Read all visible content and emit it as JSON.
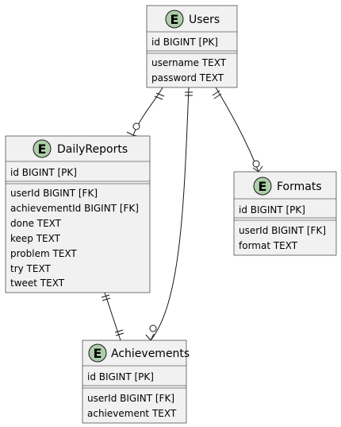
{
  "diagram": {
    "badge_letter": "E",
    "entities": {
      "users": {
        "name": "Users",
        "pk": [
          "id BIGINT [PK]"
        ],
        "fields": [
          "username TEXT",
          "password TEXT"
        ]
      },
      "daily_reports": {
        "name": "DailyReports",
        "pk": [
          "id BIGINT [PK]"
        ],
        "fields": [
          "userId BIGINT [FK]",
          "achievementId BIGINT [FK]",
          "done TEXT",
          "keep TEXT",
          "problem TEXT",
          "try TEXT",
          "tweet TEXT"
        ]
      },
      "formats": {
        "name": "Formats",
        "pk": [
          "id BIGINT [PK]"
        ],
        "fields": [
          "userId BIGINT [FK]",
          "format TEXT"
        ]
      },
      "achievements": {
        "name": "Achievements",
        "pk": [
          "id BIGINT [PK]"
        ],
        "fields": [
          "userId BIGINT [FK]",
          "achievement TEXT"
        ]
      }
    },
    "relationships": [
      {
        "from": "users",
        "to": "daily_reports",
        "from_card": "exactly-one",
        "to_card": "zero-or-many"
      },
      {
        "from": "users",
        "to": "achievements",
        "from_card": "exactly-one",
        "to_card": "zero-or-many"
      },
      {
        "from": "users",
        "to": "formats",
        "from_card": "exactly-one",
        "to_card": "zero-or-many"
      },
      {
        "from": "daily_reports",
        "to": "achievements",
        "from_card": "exactly-one",
        "to_card": "exactly-one"
      }
    ],
    "colors": {
      "entity_fill": "#f1f1f1",
      "border": "#181818",
      "badge_fill": "#adcfa9"
    }
  }
}
